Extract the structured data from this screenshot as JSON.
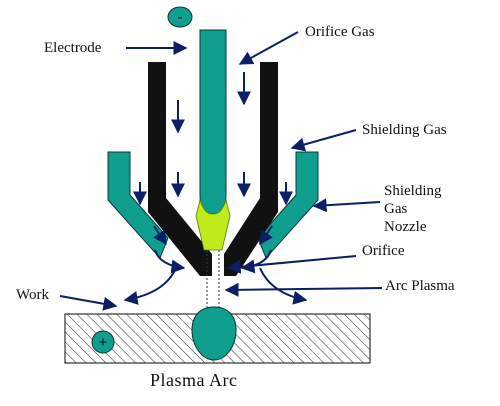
{
  "diagram": {
    "title": "Plasma Arc",
    "labels": {
      "electrode": "Electrode",
      "orifice_gas": "Orifice Gas",
      "shielding_gas": "Shielding Gas",
      "shielding_gas_nozzle": [
        "Shielding",
        "Gas",
        "Nozzle"
      ],
      "orifice": "Orifice",
      "arc_plasma": "Arc Plasma",
      "work": "Work"
    },
    "polarity": {
      "electrode": "-",
      "work": "+"
    },
    "colors": {
      "teal": "#109E8F",
      "black": "#111111",
      "lime": "#BFEA1C",
      "navy": "#0A1F66"
    }
  }
}
